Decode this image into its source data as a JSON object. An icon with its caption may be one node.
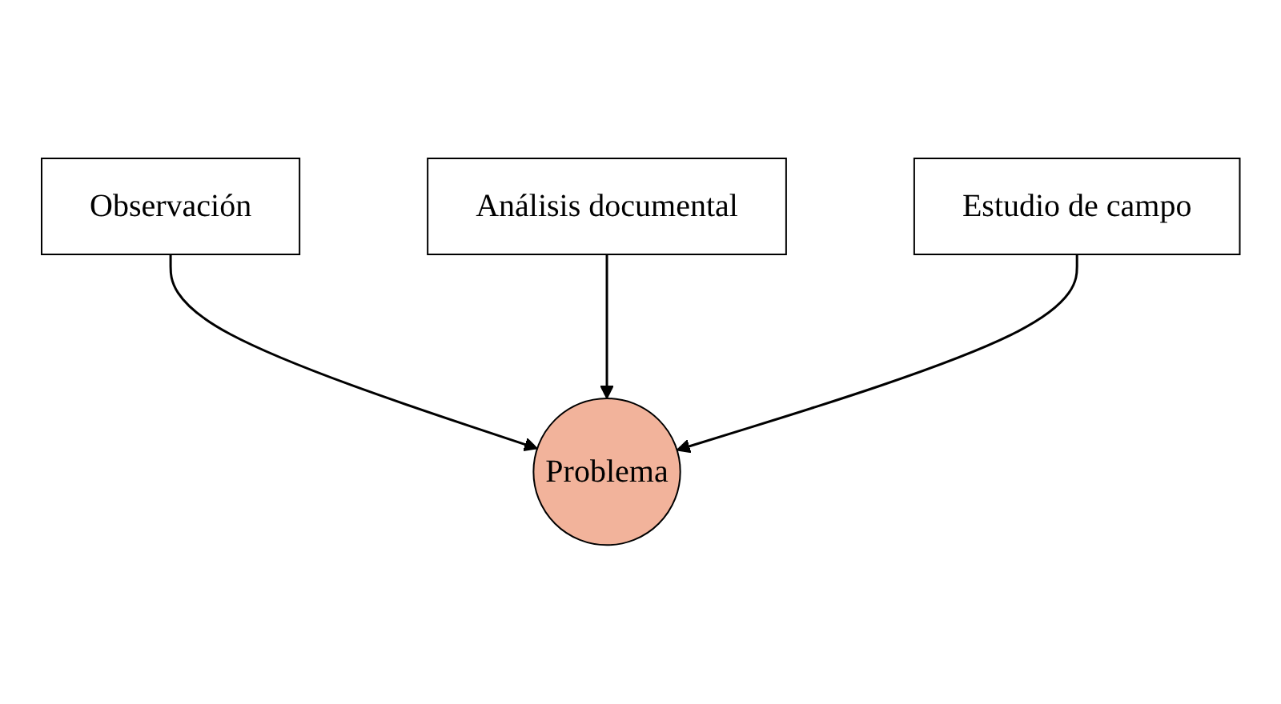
{
  "diagram": {
    "nodes": [
      {
        "text": [
          "Observación"
        ]
      },
      {
        "text": [
          "Análisis documental"
        ]
      },
      {
        "text": [
          "Problema"
        ]
      },
      {
        "text": [
          "Estudio de campo"
        ]
      }
    ],
    "edges": [
      {
        "from": 0,
        "to": 2,
        "arrow": "to"
      },
      {
        "from": 1,
        "to": 2,
        "arrow": "to"
      },
      {
        "from": 3,
        "to": 2,
        "arrow": "to"
      }
    ]
  }
}
